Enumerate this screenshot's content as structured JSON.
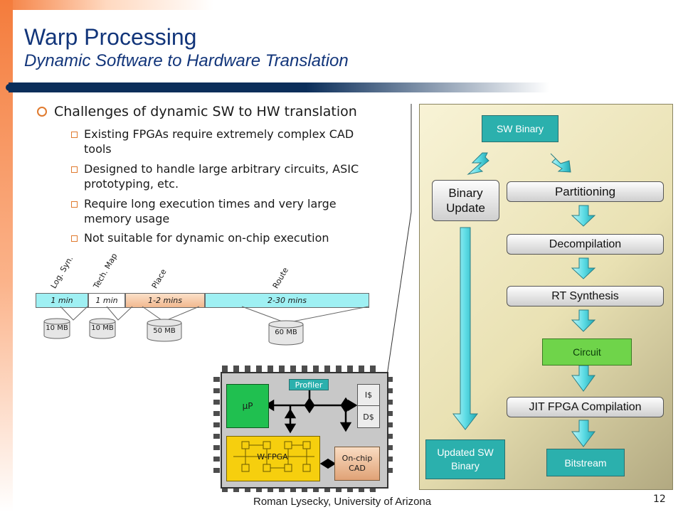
{
  "slide": {
    "title": "Warp Processing",
    "subtitle": "Dynamic Software to Hardware Translation"
  },
  "bullets": {
    "main": "Challenges of dynamic SW to HW translation",
    "sub": [
      "Existing FPGAs require extremely complex CAD tools",
      "Designed to handle large arbitrary circuits, ASIC prototyping, etc.",
      "Require long execution times and very large memory usage",
      "Not suitable for dynamic on-chip execution"
    ]
  },
  "timeline": {
    "stages": [
      {
        "label": "Log. Syn.",
        "time": "1 min",
        "memory": "10 MB"
      },
      {
        "label": "Tech. Map",
        "time": "1 min",
        "memory": "10 MB"
      },
      {
        "label": "Place",
        "time": "1-2 mins",
        "memory": "50 MB"
      },
      {
        "label": "Route",
        "time": "2-30 mins",
        "memory": "60 MB"
      }
    ]
  },
  "chip": {
    "up": "µP",
    "profiler": "Profiler",
    "icache": "I$",
    "dcache": "D$",
    "wfpga": "W-FPGA",
    "cad": "On-chip CAD"
  },
  "flow": {
    "sw_binary": "SW Binary",
    "binary_update": "Binary Update",
    "partitioning": "Partitioning",
    "decompilation": "Decompilation",
    "rt_synthesis": "RT Synthesis",
    "circuit": "Circuit",
    "jit": "JIT FPGA Compilation",
    "updated_binary": "Updated SW Binary",
    "bitstream": "Bitstream"
  },
  "footer": {
    "author": "Roman Lysecky, University of Arizona",
    "page": "12"
  },
  "colors": {
    "title": "#12357a",
    "accent_orange": "#f47c3c",
    "teal": "#2bb0ad",
    "green": "#6fd44a",
    "arrow_cyan": "#5fdde6"
  }
}
